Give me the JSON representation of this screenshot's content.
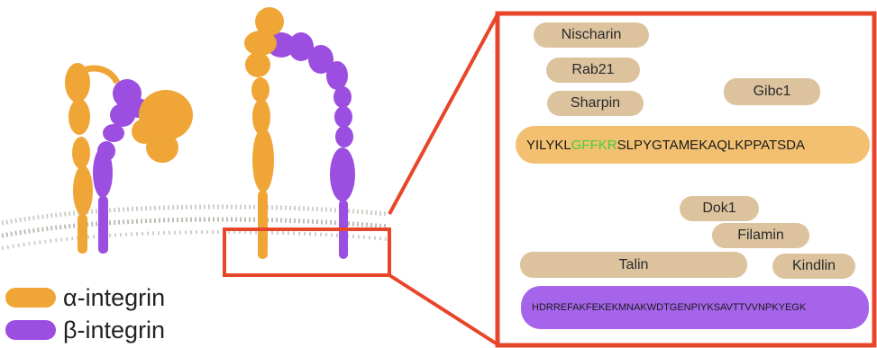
{
  "colors": {
    "alpha": "#f0a637",
    "beta": "#9b4ee0",
    "frame": "#e8462a",
    "chip": "#dcc39e",
    "motif": "#3fd13f",
    "membrane": "#c9c9c2"
  },
  "legend": {
    "alpha_label": "α-integrin",
    "beta_label": "β-integrin"
  },
  "alpha_tail": {
    "binders": {
      "nischarin": "Nischarin",
      "rab21": "Rab21",
      "sharpin": "Sharpin",
      "gibc1": "Gibc1"
    },
    "sequence_prefix": "YILYKL",
    "sequence_motif": "GFFKR",
    "sequence_suffix": "SLPYGTAMEKAQLKPPATSDA"
  },
  "beta_tail": {
    "binders": {
      "dok1": "Dok1",
      "filamin": "Filamin",
      "talin": "Talin",
      "kindlin": "Kindlin"
    },
    "sequence": "HDRREFAKFEKEKMNAKWDTGENPIYKSAVTTVVNPKYEGK"
  }
}
